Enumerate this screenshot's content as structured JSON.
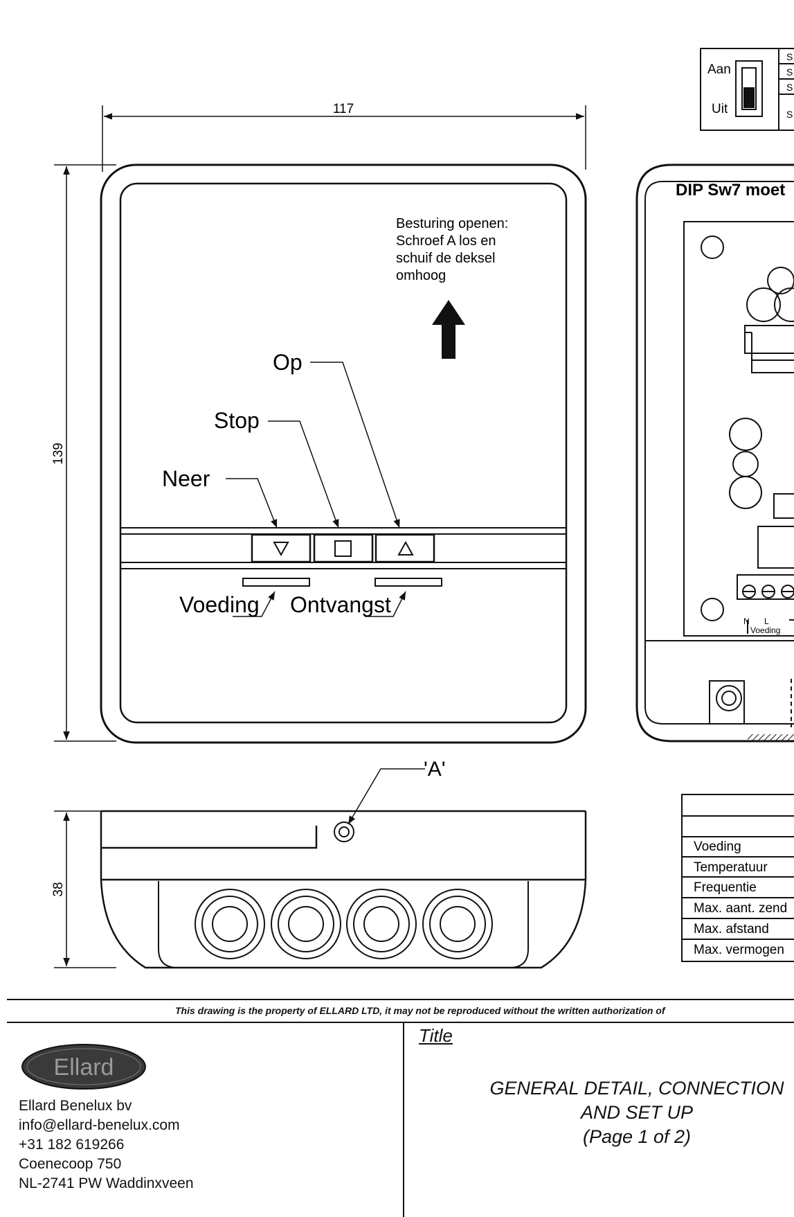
{
  "dimensions": {
    "width": "117",
    "height": "139",
    "depth": "38"
  },
  "instructions": [
    "Besturing openen:",
    "Schroef A los en",
    "schuif de deksel",
    "omhoog"
  ],
  "buttons": {
    "op": "Op",
    "stop": "Stop",
    "neer": "Neer"
  },
  "leds": {
    "voeding": "Voeding",
    "ontvangst": "Ontvangst"
  },
  "screw_label": "'A'",
  "switch": {
    "on": "Aan",
    "off": "Uit",
    "column": [
      "S",
      "S",
      "S",
      "S"
    ]
  },
  "dip_note": "DIP Sw7 moet",
  "terminal": {
    "n": "N",
    "l": "L",
    "label": "Voeding"
  },
  "specs": [
    "Voeding",
    "Temperatuur",
    "Frequentie",
    "Max. aant. zend",
    "Max. afstand",
    "Max. vermogen"
  ],
  "footer_note": "This drawing is the property of ELLARD LTD, it may not be reproduced without the written authorization of",
  "company": {
    "logo": "Ellard",
    "name": "Ellard Benelux bv",
    "email": "info@ellard-benelux.com",
    "phone": "+31 182 619266",
    "street": "Coenecoop 750",
    "city": "NL-2741 PW Waddinxveen"
  },
  "title_block": {
    "label": "Title",
    "line1": "GENERAL DETAIL, CONNECTION",
    "line2": "AND SET UP",
    "line3": "(Page 1 of 2)"
  }
}
